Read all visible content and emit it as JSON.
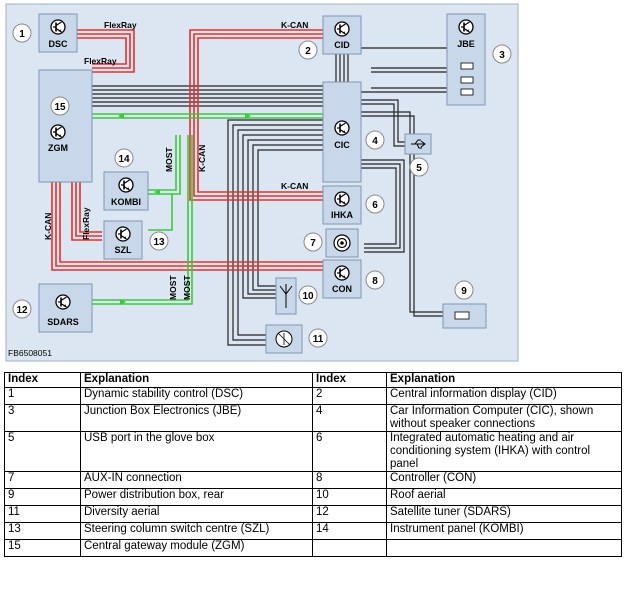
{
  "diagram": {
    "image_code": "FB6508051",
    "modules": [
      {
        "key": "dsc",
        "label": "DSC",
        "number": "1"
      },
      {
        "key": "cid",
        "label": "CID",
        "number": "2"
      },
      {
        "key": "jbe",
        "label": "JBE",
        "number": "3"
      },
      {
        "key": "cic",
        "label": "CIC",
        "number": "4"
      },
      {
        "key": "usb",
        "label": "",
        "number": "5"
      },
      {
        "key": "ihka",
        "label": "IHKA",
        "number": "6"
      },
      {
        "key": "aux",
        "label": "",
        "number": "7"
      },
      {
        "key": "con",
        "label": "CON",
        "number": "8"
      },
      {
        "key": "pdb",
        "label": "",
        "number": "9"
      },
      {
        "key": "roof",
        "label": "",
        "number": "10"
      },
      {
        "key": "diversity",
        "label": "",
        "number": "11"
      },
      {
        "key": "sdars",
        "label": "SDARS",
        "number": "12"
      },
      {
        "key": "szl",
        "label": "SZL",
        "number": "13"
      },
      {
        "key": "kombi",
        "label": "KOMBI",
        "number": "14"
      },
      {
        "key": "zgm",
        "label": "ZGM",
        "number": "15"
      }
    ],
    "bus_labels": {
      "flexray_top": "FlexRay",
      "flexray_zgm": "FlexRay",
      "kcan_cid": "K-CAN",
      "kcan_cic": "K-CAN",
      "kcan_ihka": "K-CAN",
      "kcan_left": "K-CAN",
      "flexray_szl": "FlexRay",
      "most_kombi": "MOST",
      "most_sdars_1": "MOST",
      "most_sdars_2": "MOST"
    },
    "colors": {
      "kcan": "#e8302a",
      "flexray": "#e8302a",
      "most": "#3cc83c",
      "panel_bg": "#dce6f2",
      "module_fill": "#c8d8ea",
      "module_border": "#7f96b2"
    }
  },
  "table": {
    "headers": [
      "Index",
      "Explanation",
      "Index",
      "Explanation"
    ],
    "rows": [
      [
        "1",
        "Dynamic stability control (DSC)",
        "2",
        "Central information display (CID)"
      ],
      [
        "3",
        "Junction Box Electronics (JBE)",
        "4",
        "Car Information Computer (CIC), shown without speaker connections"
      ],
      [
        "5",
        "USB port in the glove box",
        "6",
        "Integrated automatic heating and air conditioning system (IHKA) with control panel"
      ],
      [
        "7",
        "AUX-IN connection",
        "8",
        "Controller (CON)"
      ],
      [
        "9",
        "Power distribution box, rear",
        "10",
        "Roof aerial"
      ],
      [
        "11",
        "Diversity aerial",
        "12",
        "Satellite tuner (SDARS)"
      ],
      [
        "13",
        "Steering column switch centre (SZL)",
        "14",
        "Instrument panel (KOMBI)"
      ],
      [
        "15",
        "Central gateway module (ZGM)",
        "",
        ""
      ]
    ]
  }
}
